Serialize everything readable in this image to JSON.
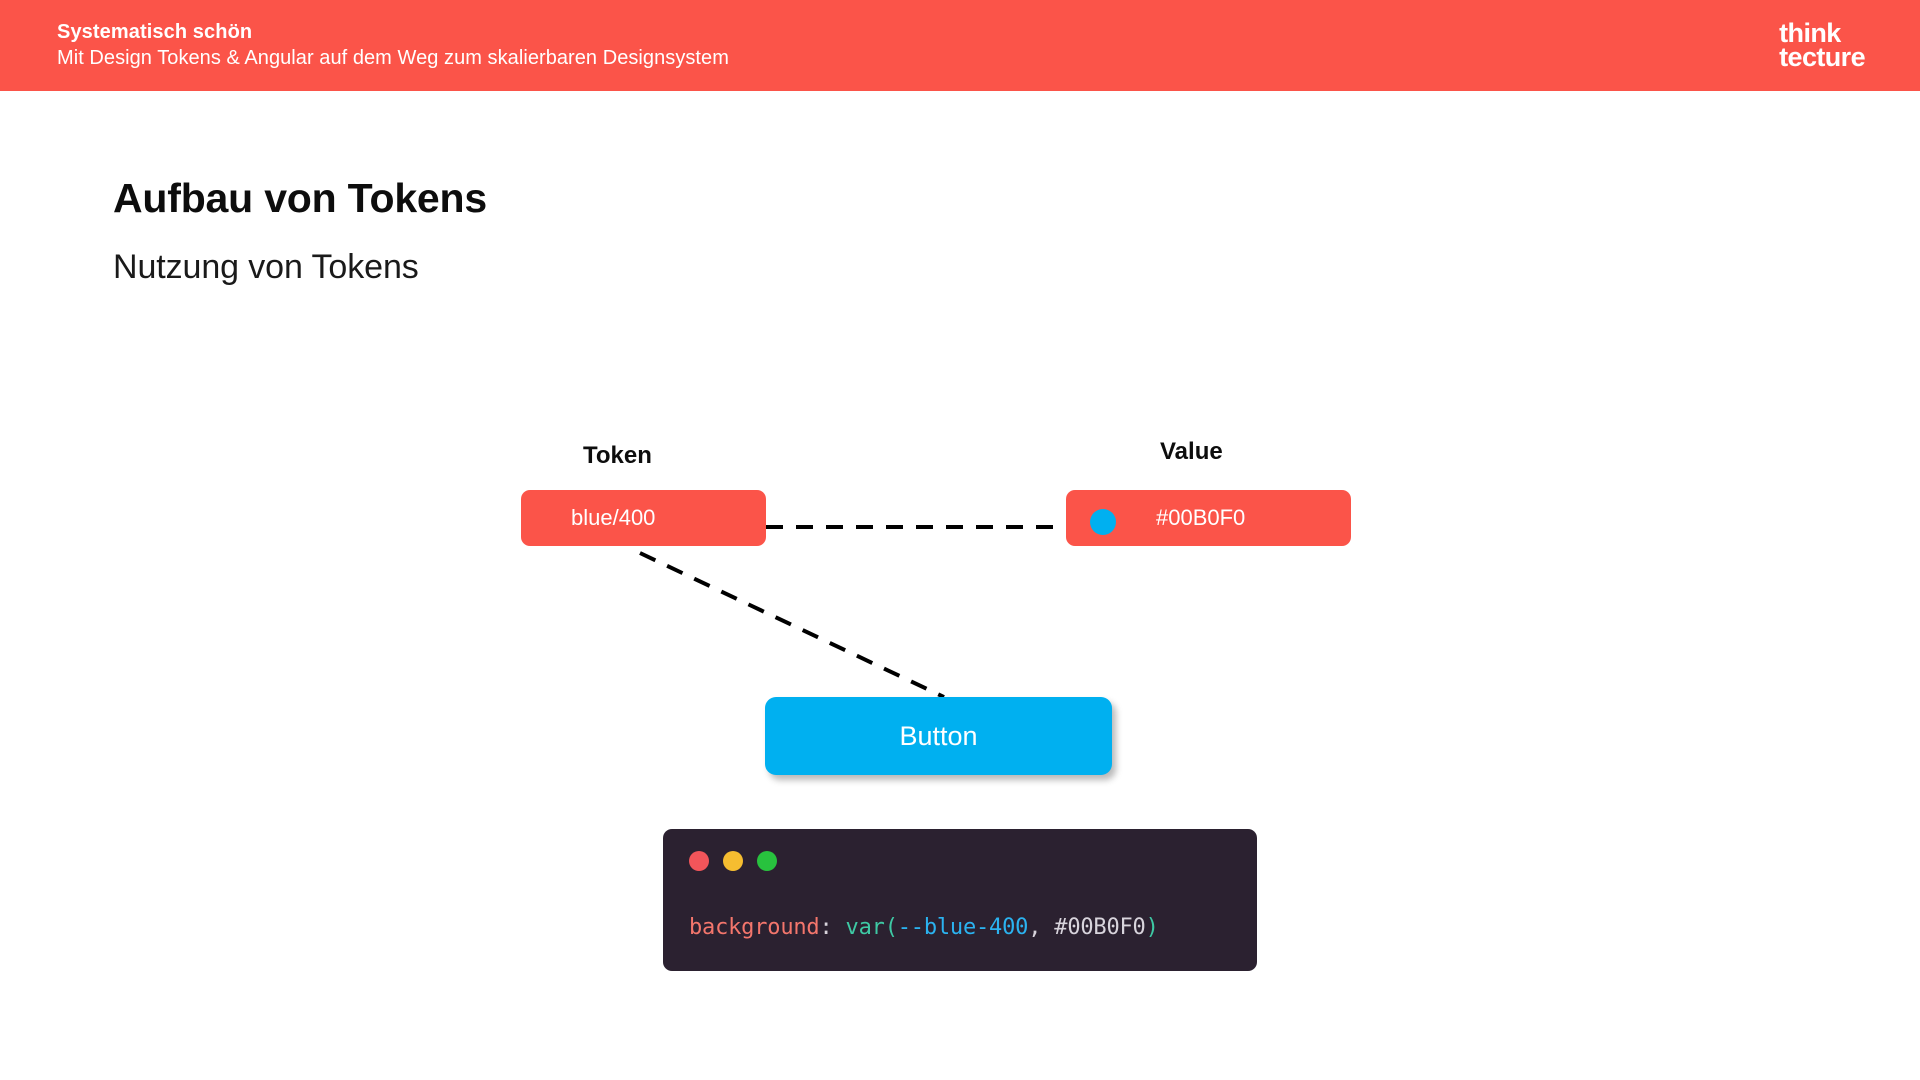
{
  "header": {
    "title": "Systematisch schön",
    "subtitle": "Mit Design Tokens & Angular auf dem Weg zum skalierbaren Designsystem",
    "logo_line1": "think",
    "logo_line2": "tecture",
    "background_color": "#fb5449",
    "text_color": "#ffffff"
  },
  "slide": {
    "title": "Aufbau von Tokens",
    "subtitle": "Nutzung von Tokens"
  },
  "diagram": {
    "token_column_label": "Token",
    "value_column_label": "Value",
    "token_chip": {
      "label": "blue/400",
      "background_color": "#fb5449",
      "text_color": "#ffffff"
    },
    "value_chip": {
      "label": "#00B0F0",
      "background_color": "#fb5449",
      "text_color": "#ffffff",
      "swatch_color": "#00b0f0"
    },
    "connectors": [
      {
        "name": "token-to-value",
        "style": "dashed"
      },
      {
        "name": "token-to-button",
        "style": "dashed"
      }
    ]
  },
  "demo": {
    "button_label": "Button",
    "button_color": "#00b0f0"
  },
  "code": {
    "window_background": "#2b2130",
    "traffic_lights": [
      {
        "name": "close",
        "color": "#f2555a"
      },
      {
        "name": "minimize",
        "color": "#f6bd30"
      },
      {
        "name": "maximize",
        "color": "#28c23e"
      }
    ],
    "tokens": {
      "property": "background",
      "colon": ": ",
      "function": "var",
      "open_paren": "(",
      "variable": "--blue-400",
      "comma": ", ",
      "fallback": "#00B0F0",
      "close_paren": ")"
    },
    "full_line": "background: var(--blue-400, #00B0F0)"
  }
}
